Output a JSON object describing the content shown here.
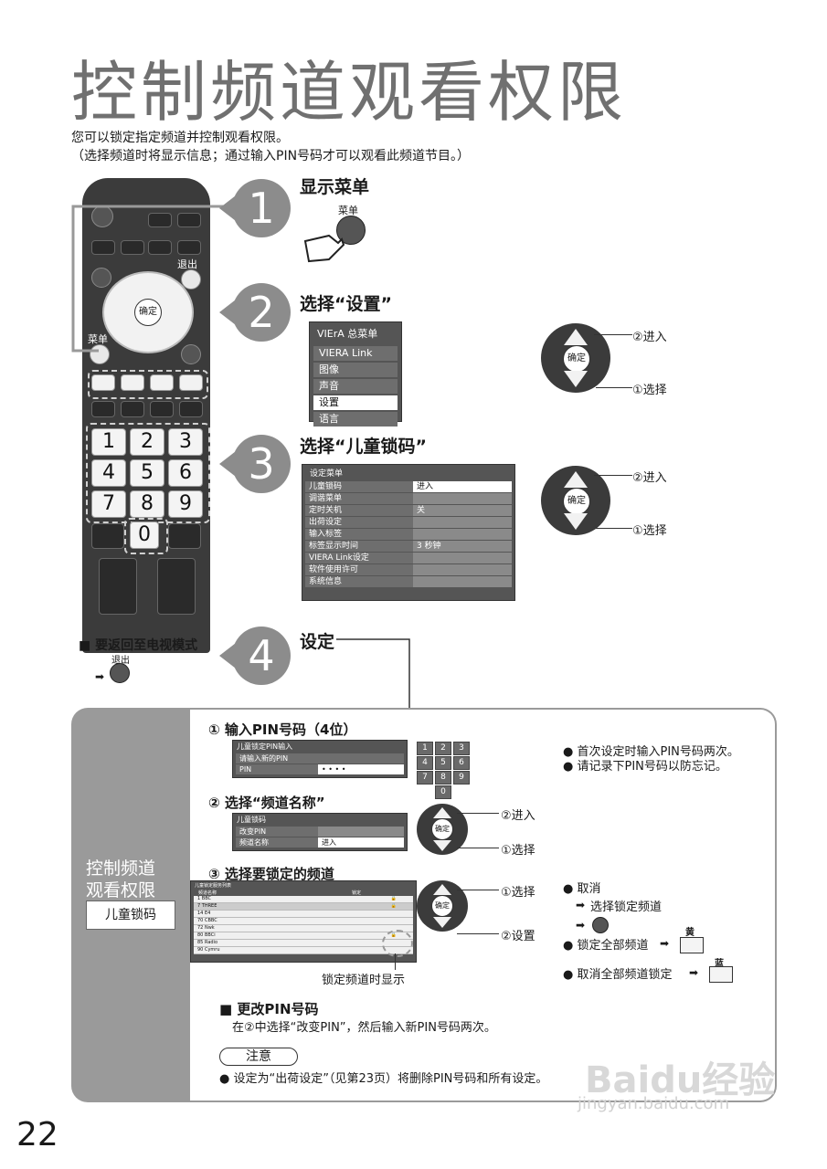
{
  "title": "控制频道观看权限",
  "intro": {
    "line1": "您可以锁定指定频道并控制观看权限。",
    "line2": "（选择频道时将显示信息；通过输入PIN号码才可以观看此频道节目。）"
  },
  "remote": {
    "exit_label": "退出",
    "menu_label": "菜单",
    "ok_label": "确定",
    "numbers": [
      "1",
      "2",
      "3",
      "4",
      "5",
      "6",
      "7",
      "8",
      "9",
      "0"
    ]
  },
  "steps": [
    {
      "number": "1",
      "title": "显示菜单",
      "button_label": "菜单"
    },
    {
      "number": "2",
      "title": "选择“设置”"
    },
    {
      "number": "3",
      "title": "选择“儿童锁码”"
    },
    {
      "number": "4",
      "title": "设定"
    }
  ],
  "main_menu": {
    "header": "总菜单",
    "items": [
      "VIERA Link",
      "图像",
      "声音",
      "设置",
      "语言"
    ]
  },
  "pad_labels": {
    "enter": "②进入",
    "select": "①选择",
    "ok": "确定"
  },
  "setup_menu": {
    "header": "设定菜单",
    "rows": [
      {
        "label": "儿童锁码",
        "value": "进入"
      },
      {
        "label": "调谐菜单",
        "value": ""
      },
      {
        "label": "定时关机",
        "value": "关"
      },
      {
        "label": "出荷设定",
        "value": ""
      },
      {
        "label": "输入标签",
        "value": ""
      },
      {
        "label": "标签显示时间",
        "value": "3 秒钟"
      },
      {
        "label": "VIERA Link设定",
        "value": ""
      },
      {
        "label": "软件使用许可",
        "value": ""
      },
      {
        "label": "系统信息",
        "value": ""
      }
    ]
  },
  "return_tv": {
    "text": "■ 要返回至电视模式",
    "button_label": "退出"
  },
  "panel": {
    "side_title_1": "控制频道",
    "side_title_2": "观看权限",
    "side_button": "儿童锁码",
    "sub1": {
      "title": "① 输入PIN号码（4位）",
      "menu_header": "儿童锁定PIN输入",
      "menu_row1": "请输入新的PIN",
      "menu_row2_label": "PIN",
      "menu_row2_value": "• • • •",
      "bullet1": "● 首次设定时输入PIN号码两次。",
      "bullet2": "● 请记录下PIN号码以防忘记。"
    },
    "sub2": {
      "title": "② 选择“频道名称”",
      "menu_header": "儿童锁码",
      "rows": [
        {
          "label": "改变PIN",
          "value": ""
        },
        {
          "label": "频道名称",
          "value": "进入"
        }
      ],
      "enter": "②进入",
      "select": "①选择"
    },
    "sub3": {
      "title": "③ 选择要锁定的频道",
      "list_header": "儿童锁定服务列表",
      "col_name": "频道名称",
      "col_lock": "锁定",
      "channels": [
        "1 BBC",
        "7 THREE",
        "14 E4",
        "70 CBBC",
        "72 Nwk",
        "80 BBCi",
        "85 Radio",
        "90 Cymru"
      ],
      "caption": "锁定频道时显示",
      "select": "①选择",
      "set": "②设置",
      "cancel": "● 取消",
      "choose_lock": "选择锁定频道",
      "lock_all": "● 锁定全部频道",
      "yellow": "黄",
      "unlock_all": "● 取消全部频道锁定",
      "blue": "蓝"
    },
    "change_pin": {
      "title": "■ 更改PIN号码",
      "text": "在②中选择“改变PIN”，然后输入新PIN号码两次。"
    },
    "note": {
      "label": "注意",
      "text": "● 设定为“出荷设定”（见第23页）将删除PIN号码和所有设定。"
    }
  },
  "page_number": "22",
  "watermark": "Baidu经验",
  "watermark_url": "jingyan.baidu.com"
}
